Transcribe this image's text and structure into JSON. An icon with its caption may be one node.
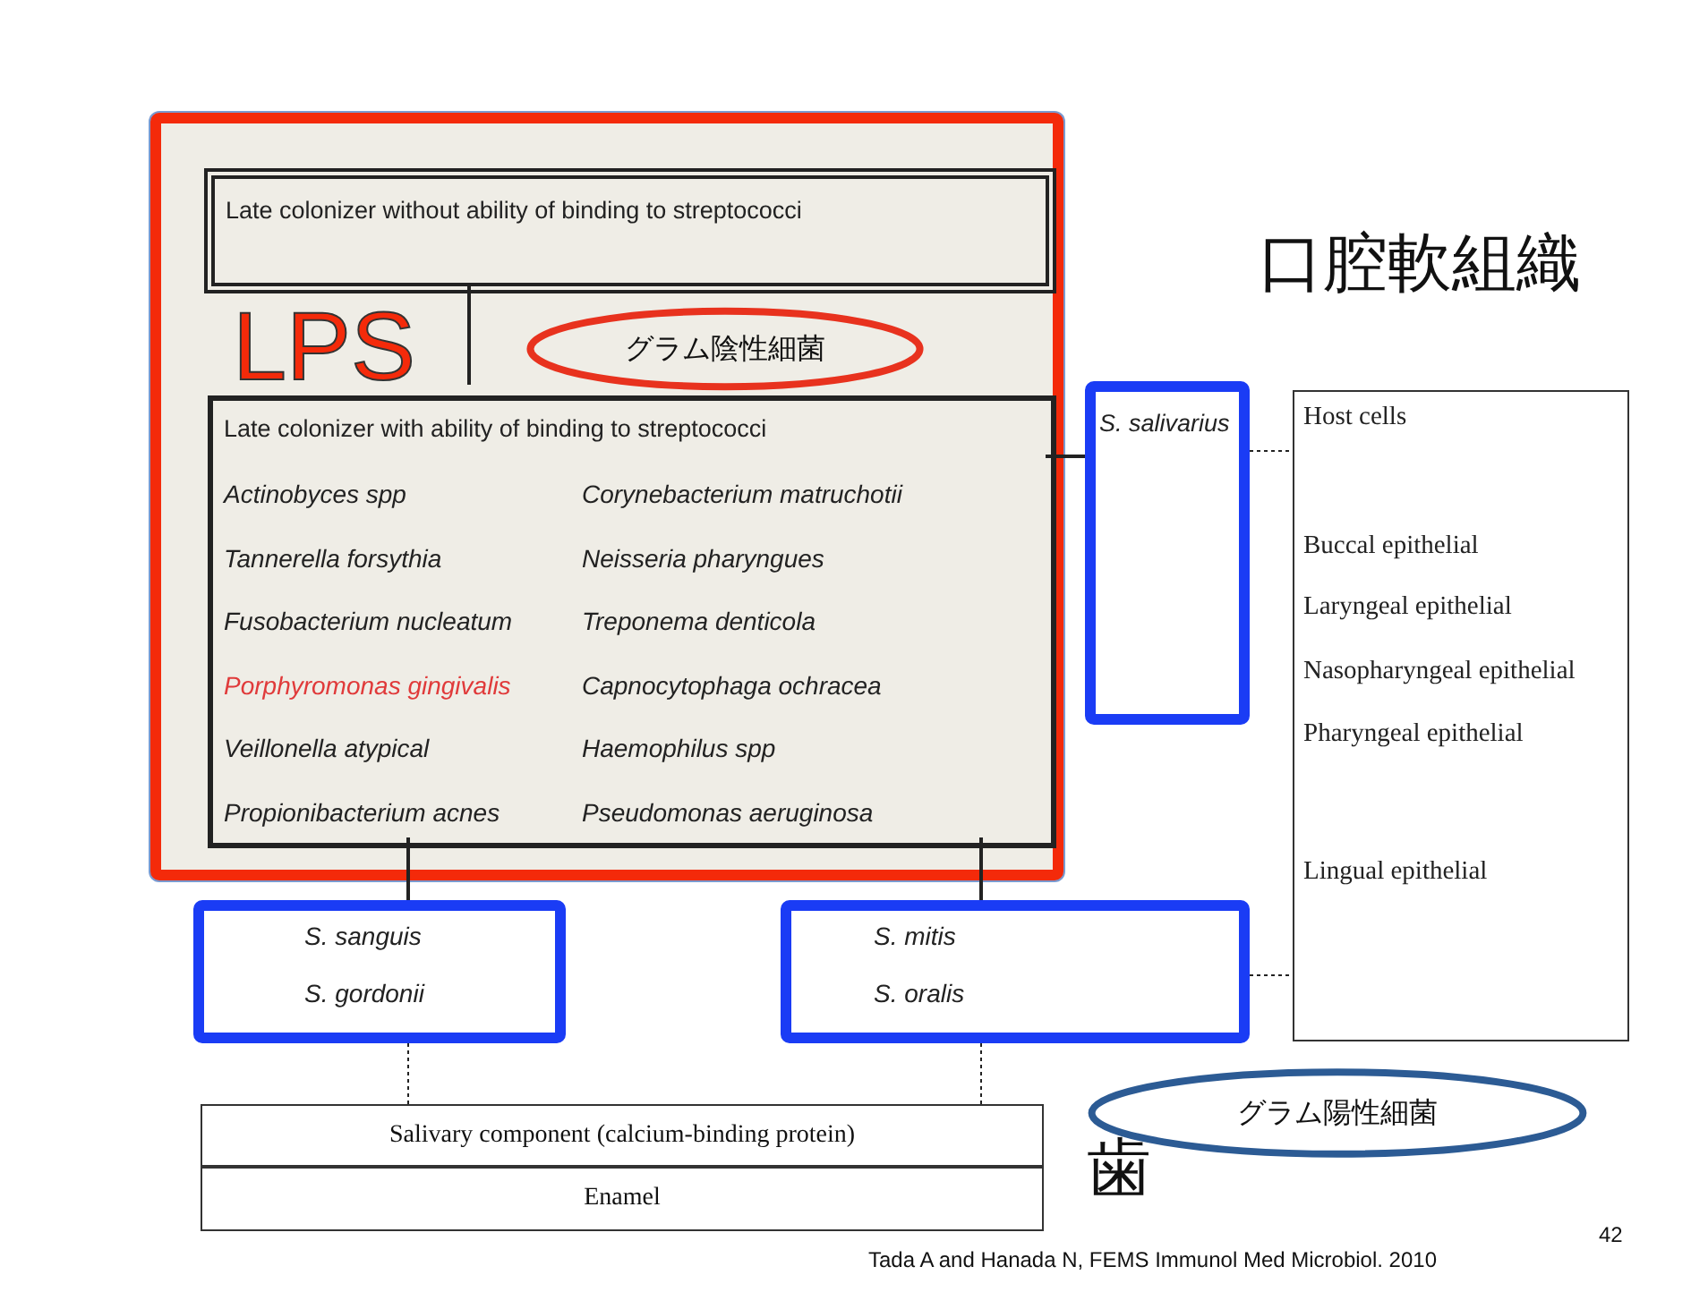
{
  "diagram": {
    "nodes": [
      {
        "text": [
          "LPS"
        ]
      },
      {
        "text": [
          "Late colonizer without ability of binding to streptococci"
        ],
        "in": 0
      },
      {
        "text": [
          "グラム陰性細菌"
        ],
        "in": 0
      },
      {
        "text": [
          "Late colonizer with ability of binding to streptococci",
          "Actinobyces spp",
          "Corynebacterium matruchotii",
          "Tannerella forsythia",
          "Neisseria pharyngues",
          "Fusobacterium nucleatum",
          "Treponema denticola",
          "Porphyromonas gingivalis",
          "Capnocytophaga ochracea",
          "Veillonella atypical",
          "Haemophilus spp",
          "Propionibacterium acnes",
          "Pseudomonas aeruginosa"
        ],
        "in": 0
      },
      {
        "text": [
          "S. salivarius"
        ]
      },
      {
        "text": [
          "Host cells",
          "Buccal epithelial",
          "Laryngeal epithelial",
          "Nasopharyngeal epithelial",
          "Pharyngeal epithelial",
          "Lingual epithelial"
        ]
      },
      {
        "text": [
          "S. sanguis",
          "S. gordonii"
        ]
      },
      {
        "text": [
          "S. mitis",
          "S. oralis"
        ]
      },
      {
        "text": [
          "Salivary component (calcium-binding protein)"
        ]
      },
      {
        "text": [
          "Enamel"
        ]
      },
      {
        "text": [
          "グラム陽性細菌"
        ]
      }
    ],
    "edges": [
      {
        "from": 1,
        "to": 3,
        "arrow": "none"
      },
      {
        "from": 3,
        "to": 4,
        "arrow": "none"
      },
      {
        "from": 3,
        "to": 6,
        "arrow": "none"
      },
      {
        "from": 3,
        "to": 7,
        "arrow": "none"
      },
      {
        "from": 4,
        "to": 5,
        "arrow": "none",
        "style": "dashed"
      },
      {
        "from": 7,
        "to": 5,
        "arrow": "none",
        "style": "dashed"
      },
      {
        "from": 6,
        "to": 8,
        "arrow": "none",
        "style": "dashed"
      },
      {
        "from": 7,
        "to": 8,
        "arrow": "none",
        "style": "dashed"
      }
    ],
    "labels": [
      "口腔軟組織",
      "歯",
      "Tada A and  Hanada N,  FEMS Immunol Med Microbiol. 2010",
      "42"
    ]
  }
}
